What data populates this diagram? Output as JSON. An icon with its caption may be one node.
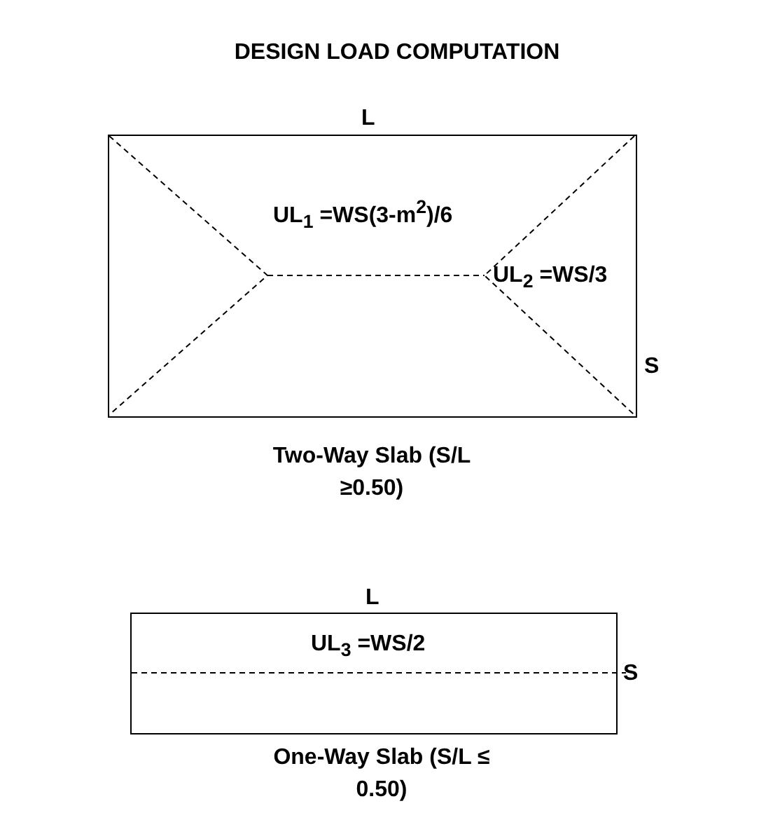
{
  "diagram": {
    "title": "DESIGN LOAD COMPUTATION",
    "nodes": [
      {
        "text": [
          "UL$_{1}$ =WS(3-m$^{2}$)/6",
          "UL$_{2}$ =WS/3"
        ],
        "beside": [
          "L",
          "S",
          "Two-Way Slab (S/L ≥0.50)"
        ]
      },
      {
        "text": [
          "UL$_{3}$ =WS/2"
        ],
        "beside": [
          "L",
          "S",
          "One-Way Slab (S/L ≤ 0.50)"
        ]
      }
    ]
  }
}
